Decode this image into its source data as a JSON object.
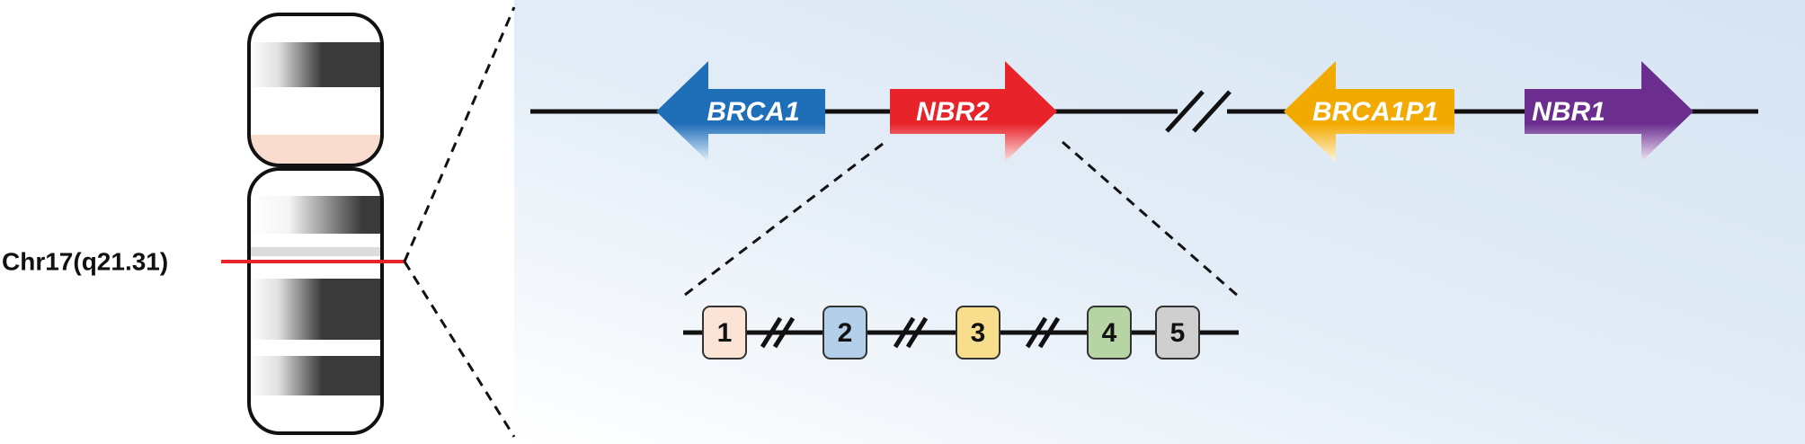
{
  "chromosome": {
    "label": "Chr17(q21.31)"
  },
  "genes": [
    {
      "name": "BRCA1",
      "direction": "left",
      "color": "#1f6eb8",
      "light_color": "#e6f0fa"
    },
    {
      "name": "NBR2",
      "direction": "right",
      "color": "#e8232a",
      "light_color": "#fbe3e3"
    },
    {
      "name": "BRCA1P1",
      "direction": "left",
      "color": "#f2a900",
      "light_color": "#fff6dc"
    },
    {
      "name": "NBR1",
      "direction": "right",
      "color": "#6b2e8f",
      "light_color": "#f1e8f6"
    }
  ],
  "exons": [
    {
      "label": "1",
      "color": "#fbe3d6"
    },
    {
      "label": "2",
      "color": "#b4cfe9"
    },
    {
      "label": "3",
      "color": "#f7dd8c"
    },
    {
      "label": "4",
      "color": "#b7d5a4"
    },
    {
      "label": "5",
      "color": "#cfcfcf"
    }
  ],
  "colors": {
    "panel_background_start": "#ffffff",
    "panel_background_end": "#dce8f4",
    "locus_marker": "#e8232a",
    "line": "#111111",
    "centromere_band": "#f9dccd"
  }
}
